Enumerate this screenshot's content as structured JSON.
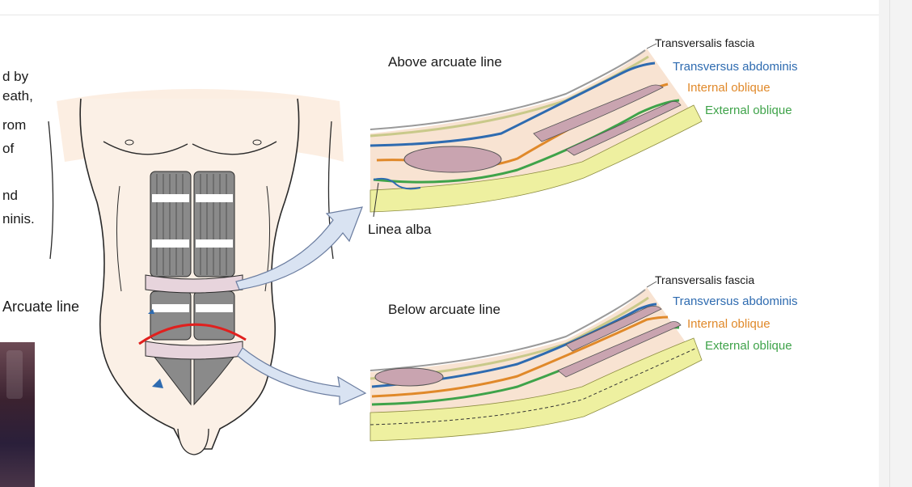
{
  "slide": {
    "partial_text_lines": [
      "d by",
      "eath,",
      "rom",
      "of",
      "",
      "nd",
      "ninis."
    ],
    "arcuate_label": "Arcuate line"
  },
  "diagram": {
    "top": {
      "title": "Above arcuate line",
      "labels": {
        "transversalis": "Transversalis fascia",
        "transversus": "Transversus abdominis",
        "internal": "Internal oblique",
        "external": "External oblique",
        "linea_alba": "Linea alba"
      }
    },
    "bottom": {
      "title": "Below arcuate line",
      "labels": {
        "transversalis": "Transversalis fascia",
        "transversus": "Transversus abdominis",
        "internal": "Internal oblique",
        "external": "External oblique"
      }
    },
    "colors": {
      "transversus": "#2e6bb0",
      "internal": "#e0892a",
      "external": "#3fa34a",
      "fascia_yellow": "#eef0a0",
      "skin": "#f8e3d2",
      "muscle_pink": "#c9a4b0",
      "arcuate_red": "#e0201e",
      "arrow_fill": "#d9e3f2"
    }
  }
}
